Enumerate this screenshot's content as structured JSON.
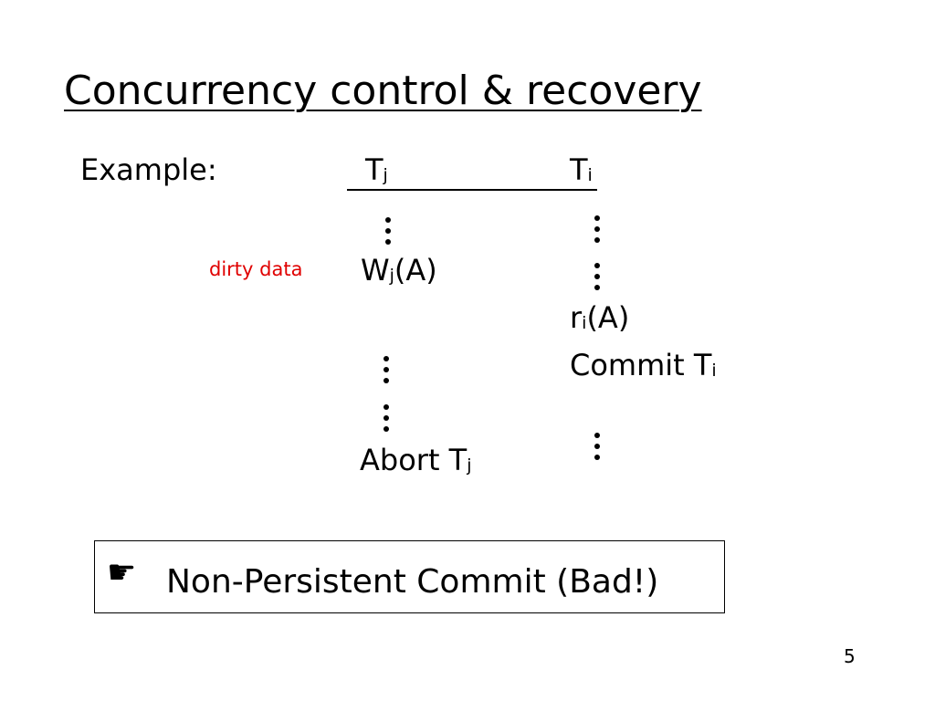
{
  "slide": {
    "title": "Concurrency control & recovery",
    "example_label": "Example:",
    "note": "dirty data",
    "callout_icon": "pointing-hand-icon",
    "callout_glyph": "☛",
    "callout_text": "Non-Persistent Commit (Bad!)",
    "page_number": "5",
    "note_color": "#e00000"
  },
  "transactions": {
    "tj": {
      "base": "T",
      "sub": "j"
    },
    "ti": {
      "base": "T",
      "sub": "i"
    }
  },
  "schedule": {
    "tj_ops": {
      "write": {
        "base": "W",
        "sub": "j",
        "arg": "(A)"
      },
      "abort": {
        "text": "Abort T",
        "sub": "j"
      }
    },
    "ti_ops": {
      "read": {
        "base": "r",
        "sub": "i",
        "arg": "(A)"
      },
      "commit": {
        "text": "Commit T",
        "sub": "i"
      }
    }
  }
}
